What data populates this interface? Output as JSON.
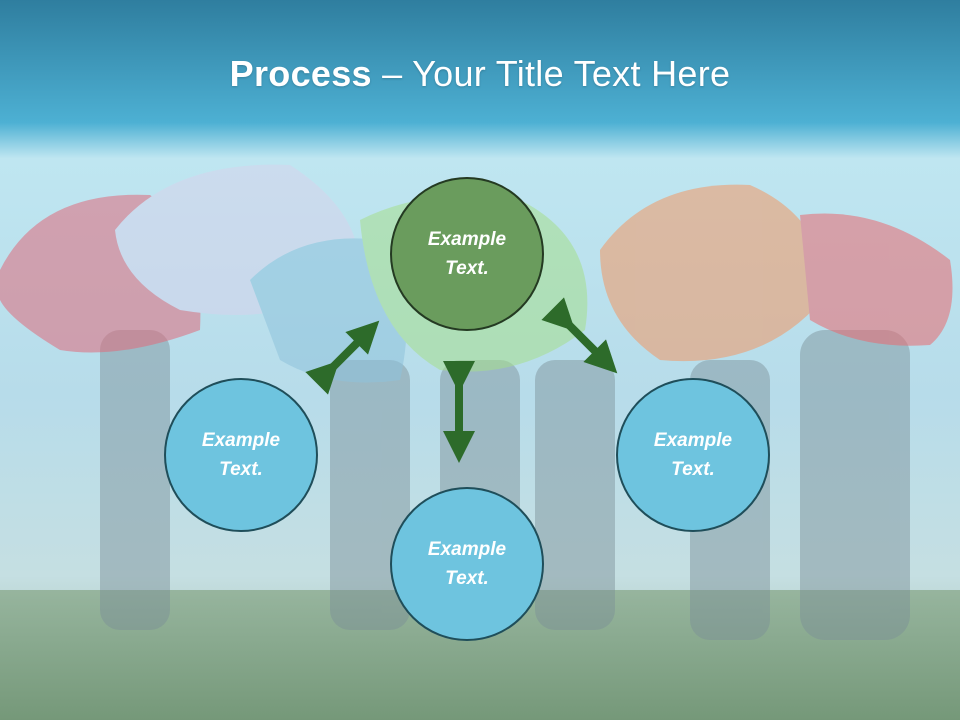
{
  "slide": {
    "title_bold": "Process",
    "title_rest": " – Your Title Text Here"
  },
  "nodes": {
    "center": {
      "line1": "Example",
      "line2": "Text."
    },
    "left": {
      "line1": "Example",
      "line2": "Text."
    },
    "bottom": {
      "line1": "Example",
      "line2": "Text."
    },
    "right": {
      "line1": "Example",
      "line2": "Text."
    }
  },
  "colors": {
    "header_band": "#3a8fb3",
    "sky": "#a9dcef",
    "grass": "#7f9f82",
    "circle_blue": "#6ec4df",
    "circle_green": "#6a9c5d",
    "arrow": "#2d6b2a"
  }
}
